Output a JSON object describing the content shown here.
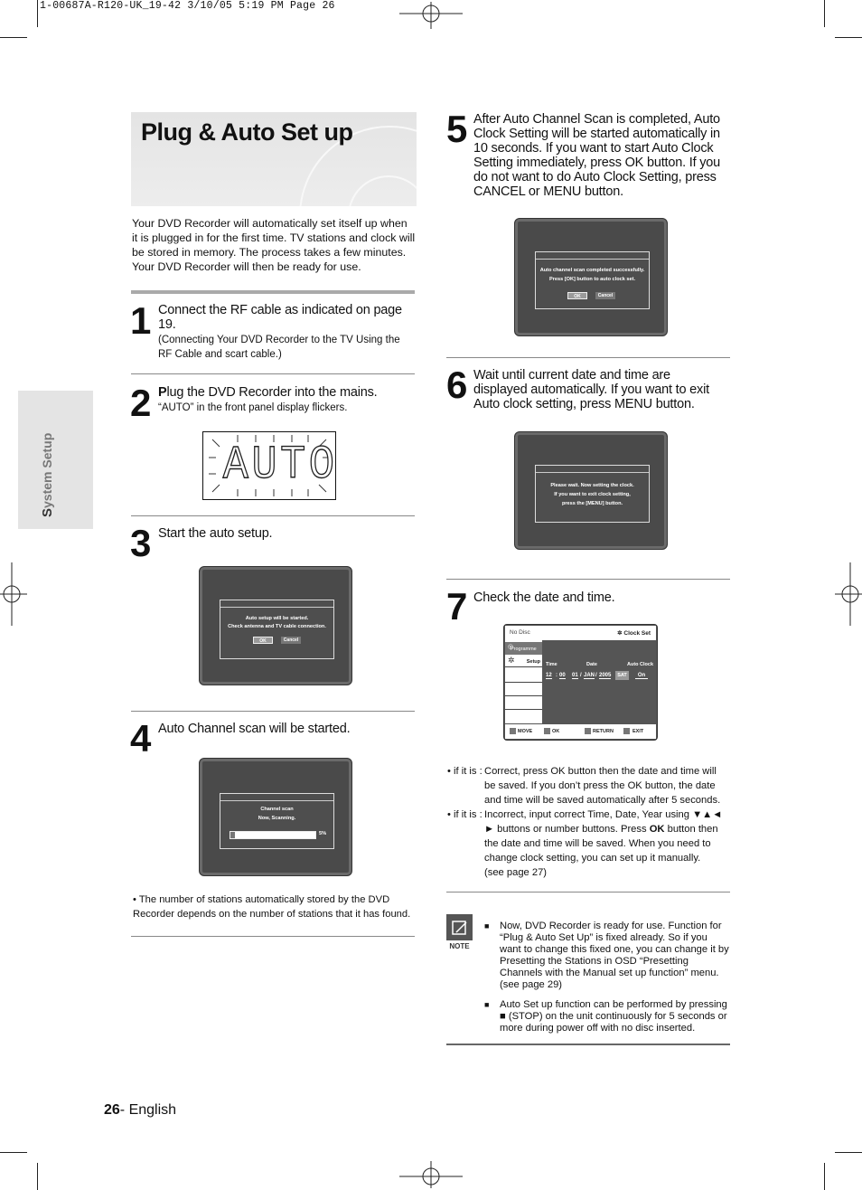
{
  "header_strip": {
    "text": "1-00687A-R120-UK_19-42  3/10/05  5:19 PM  Page 26"
  },
  "side_tab": {
    "first_letter": "S",
    "rest": "ystem Setup"
  },
  "title": "Plug & Auto Set up",
  "intro": "Your DVD Recorder will automatically set itself up when it is plugged in for the first time. TV stations and clock will be stored in memory. The process takes a few minutes. Your DVD Recorder will then be ready for use.",
  "steps": [
    {
      "num": "1",
      "text": "Connect the RF cable as indicated on page 19.",
      "sub": "(Connecting Your DVD Recorder to the TV Using the RF Cable and scart cable.)"
    },
    {
      "num": "2",
      "text_first": "P",
      "text_rest": "lug the DVD Recorder into the mains.",
      "sub": "“AUTO” in the front panel display flickers."
    },
    {
      "num": "3",
      "text": "Start the auto setup."
    },
    {
      "num": "4",
      "text": "Auto Channel scan will be started."
    },
    {
      "num": "5",
      "text": "After Auto Channel Scan is completed, Auto Clock Setting will be started automatically in 10 seconds. If you want to start Auto Clock Setting immediately, press OK button. If you do not want to do Auto Clock Setting, press CANCEL or MENU button."
    },
    {
      "num": "6",
      "text": "Wait until current date and time are displayed automatically. If you want to exit Auto clock setting, press MENU button."
    },
    {
      "num": "7",
      "text": "Check the date and time."
    }
  ],
  "front_panel": {
    "text": "AUTO"
  },
  "screen3": {
    "line1": "Auto setup will be started.",
    "line2": "Check antenna and TV cable connection.",
    "ok": "OK",
    "cancel": "Cancel"
  },
  "screen4": {
    "line1": "Channel scan",
    "line2": "Now, Scanning.",
    "percent_label": "5%",
    "progress": 0.05
  },
  "step4_note": "• The number of stations automatically stored by the DVD Recorder depends on the number of stations that it has found.",
  "screen5": {
    "line1": "Auto channel scan completed successfully.",
    "line2": "Press [OK] button to auto clock set.",
    "ok": "OK",
    "cancel": "Cancel"
  },
  "screen6": {
    "line1": "Please wait. Now setting the clock.",
    "line2": "If you want to exit clock setting,",
    "line3": "press the [MENU] button."
  },
  "screen7": {
    "disc": "No Disc",
    "clock_set": "Clock Set",
    "programme": "Programme",
    "setup": "Setup",
    "col_time": "Time",
    "col_date": "Date",
    "col_auto": "Auto Clock",
    "hh": "12",
    "mm": "00",
    "dd": "01",
    "mon": "JAN",
    "year": "2005",
    "dow": "SAT",
    "auto_val": "On",
    "move": "MOVE",
    "ok": "OK",
    "return": "RETURN",
    "exit": "EXIT"
  },
  "step7_notes": {
    "a_prefix": "• if it is :",
    "a_text": "Correct, press OK button then the date and time will be saved. If you don’t press the OK button, the date and time will be saved automatically after 5 seconds.",
    "b_prefix": "• if it is :",
    "b_text1": "Incorrect, input correct Time, Date, Year using ▼▲◄ ► buttons or number buttons. Press ",
    "b_bold": "OK",
    "b_text2": " button then the date and time will be saved. When you need to change clock setting, you can set up it manually.",
    "b_page": "(see page 27)"
  },
  "note": {
    "label": "NOTE",
    "item1": "Now, DVD Recorder is ready for use. Function for “Plug & Auto Set Up” is fixed already. So if you want to change this fixed one, you can change it by Presetting the Stations in OSD “Presetting Channels with the Manual set up function” menu. (see page 29)",
    "item2": "Auto Set up function can be performed by pressing ■ (STOP) on the unit continuously for 5 seconds or more during power off with no disc inserted.",
    "bullet": "■"
  },
  "footer": {
    "page": "26",
    "lang": "- English"
  }
}
